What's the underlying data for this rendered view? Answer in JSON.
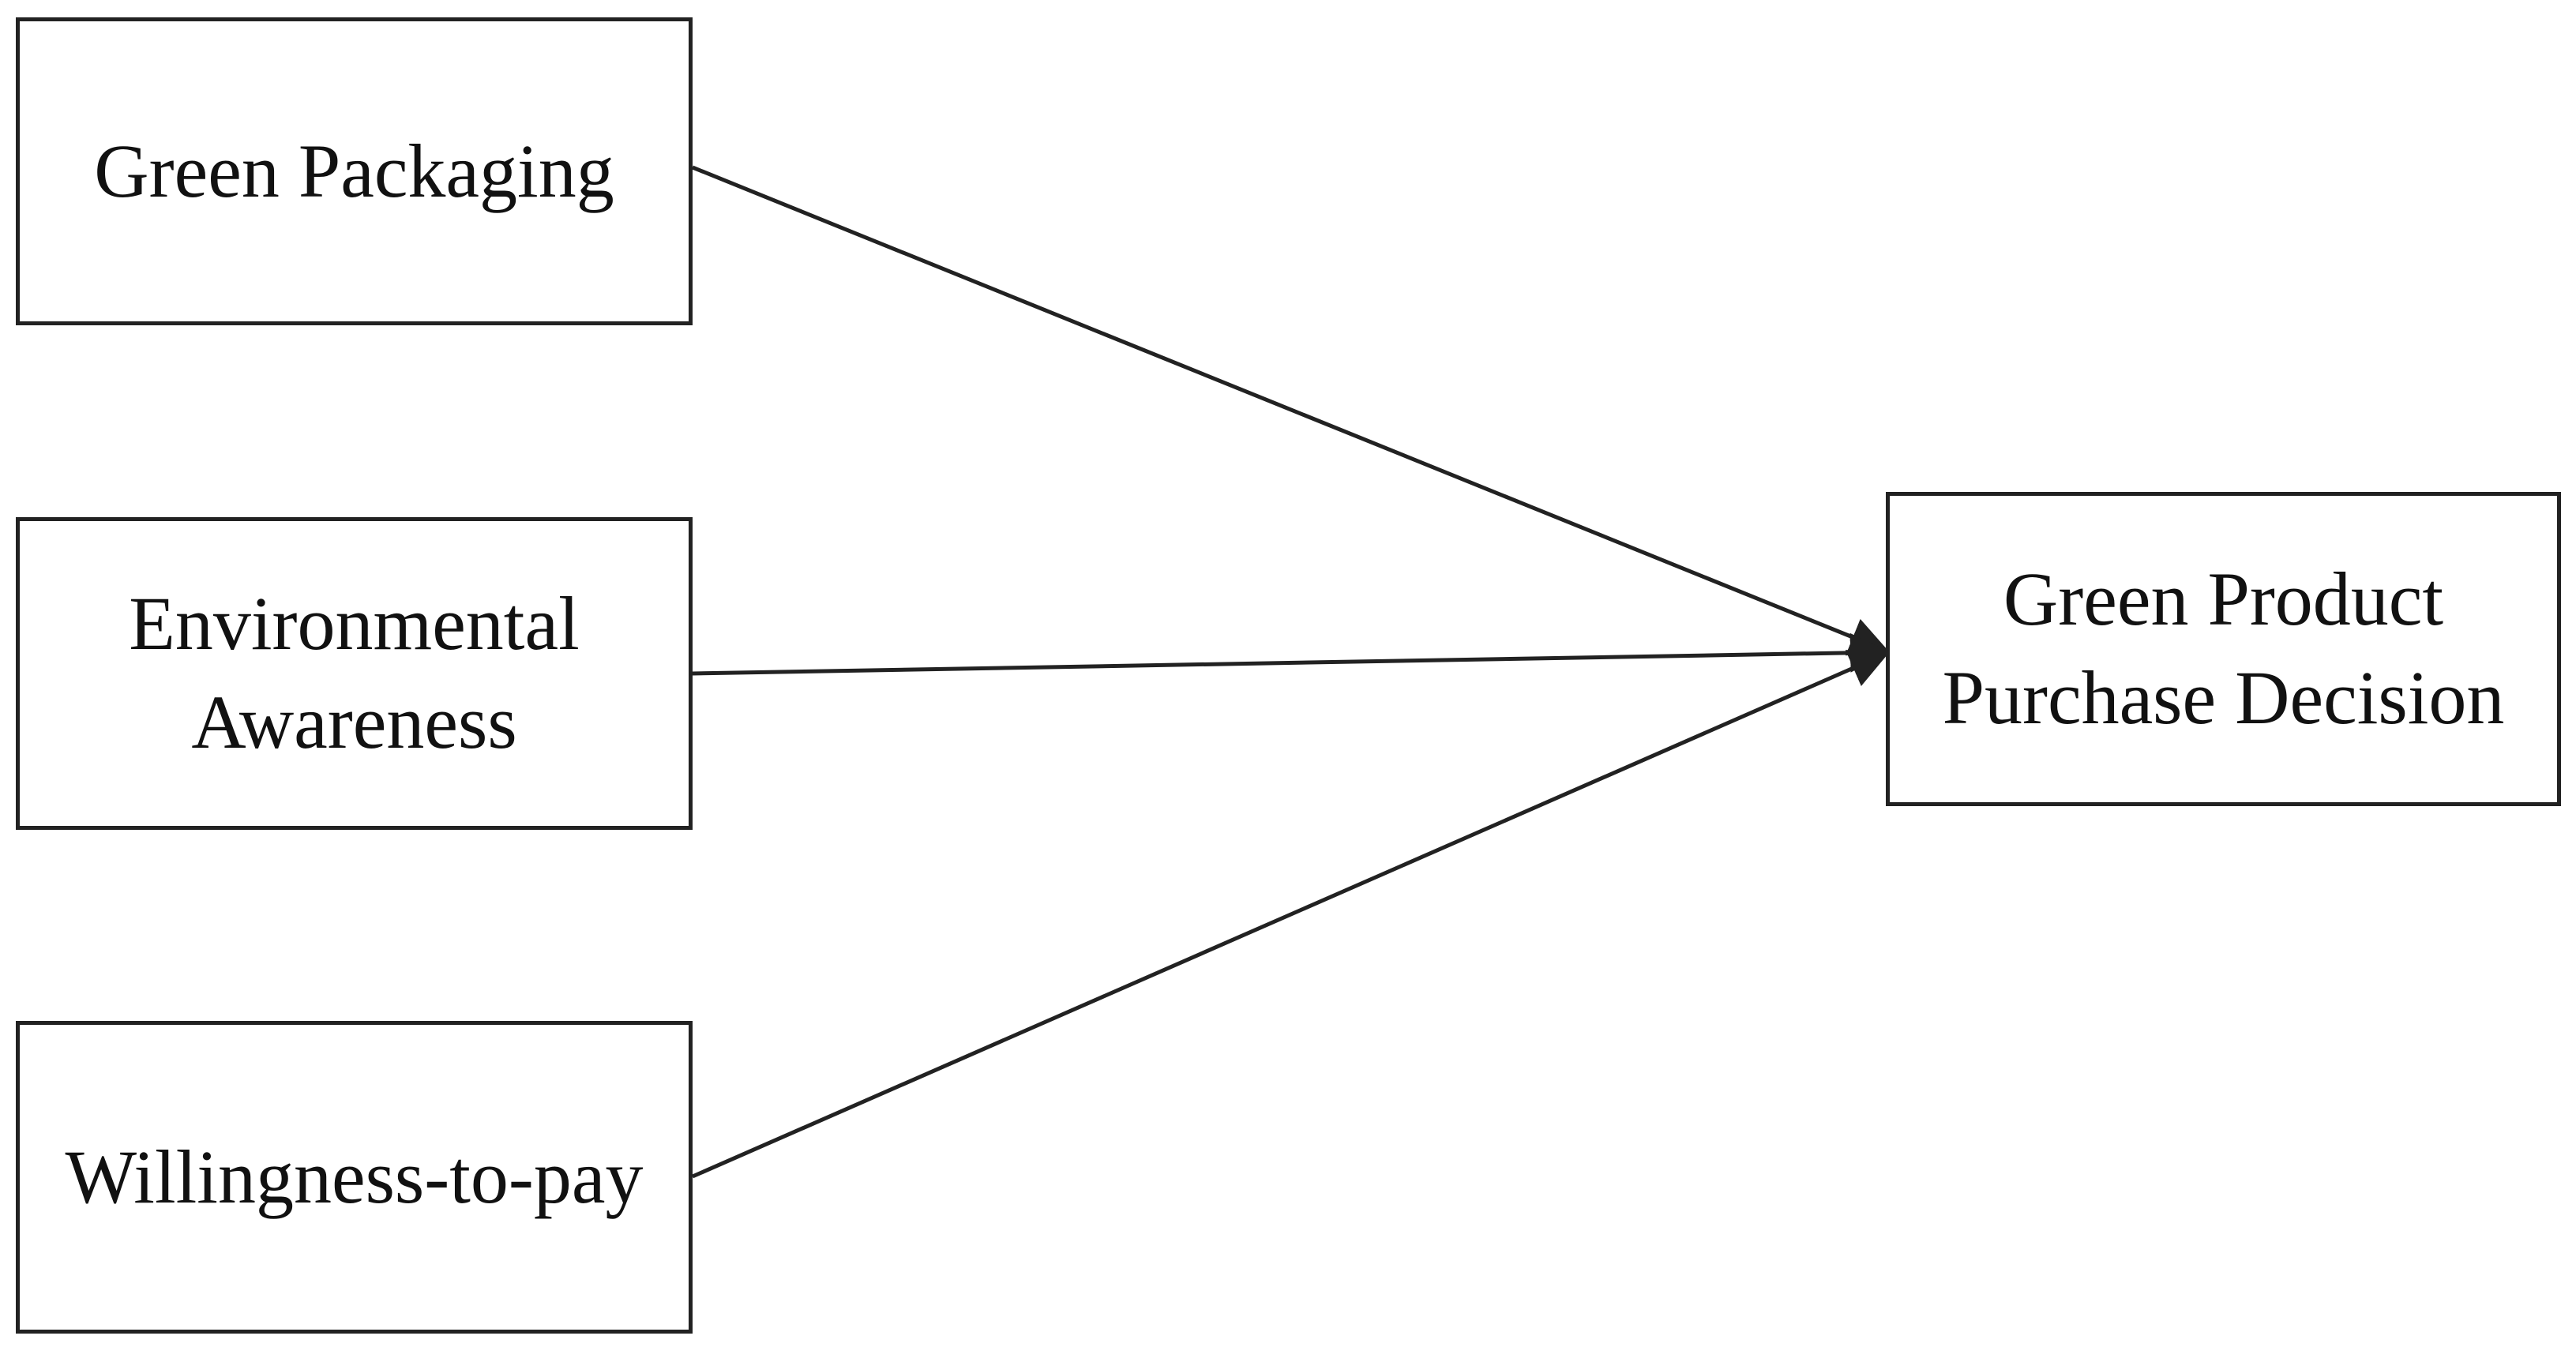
{
  "nodes": {
    "green_packaging": {
      "lines": [
        "Green Packaging"
      ]
    },
    "environmental_awareness": {
      "lines": [
        "Environmental",
        "Awareness"
      ]
    },
    "willingness_to_pay": {
      "lines": [
        "Willingness-to-pay"
      ]
    },
    "purchase_decision": {
      "lines": [
        "Green Product",
        "Purchase Decision"
      ]
    }
  },
  "edges": [
    {
      "from": "Green Packaging",
      "to": "Green Product Purchase Decision"
    },
    {
      "from": "Environmental Awareness",
      "to": "Green Product Purchase Decision"
    },
    {
      "from": "Willingness-to-pay",
      "to": "Green Product Purchase Decision"
    }
  ],
  "colors": {
    "stroke": "#222222",
    "text": "#111111",
    "background": "#ffffff"
  }
}
